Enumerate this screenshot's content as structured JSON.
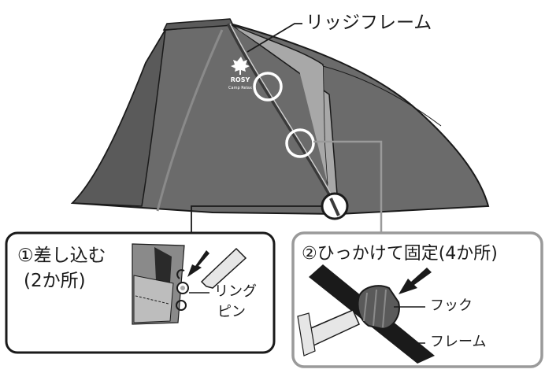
{
  "callouts": {
    "ridge_frame": "リッジフレーム",
    "ring_pin": [
      "リング",
      "ピン"
    ],
    "hook": "フック",
    "frame": "フレーム"
  },
  "steps": [
    {
      "lines": [
        "①差し込む",
        "(2か所)"
      ]
    },
    {
      "lines": [
        "②ひっかけて固定(4か所)"
      ]
    }
  ],
  "logo": {
    "brand": "ROSY",
    "sub": "Camp Relax"
  },
  "colors": {
    "tent_dark": "#6b6b6b",
    "tent_light": "#a8a8a8",
    "outline": "#1a1a1a",
    "highlight_ring": "#ffffff",
    "panel_border_1": "#1a1a1a",
    "panel_border_2": "#9a9a9a"
  }
}
